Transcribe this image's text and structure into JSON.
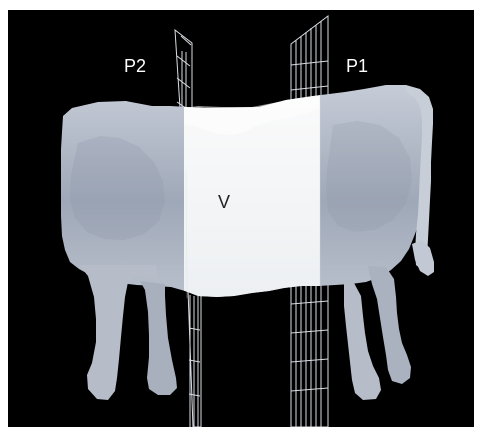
{
  "figure": {
    "labels": {
      "plane_left": "P2",
      "plane_right": "P1",
      "volume": "V"
    },
    "colors": {
      "background": "#000000",
      "body_outer": "#a9b1bf",
      "body_center": "#f3f3f3",
      "plane_lines": "#d9dde3"
    }
  }
}
